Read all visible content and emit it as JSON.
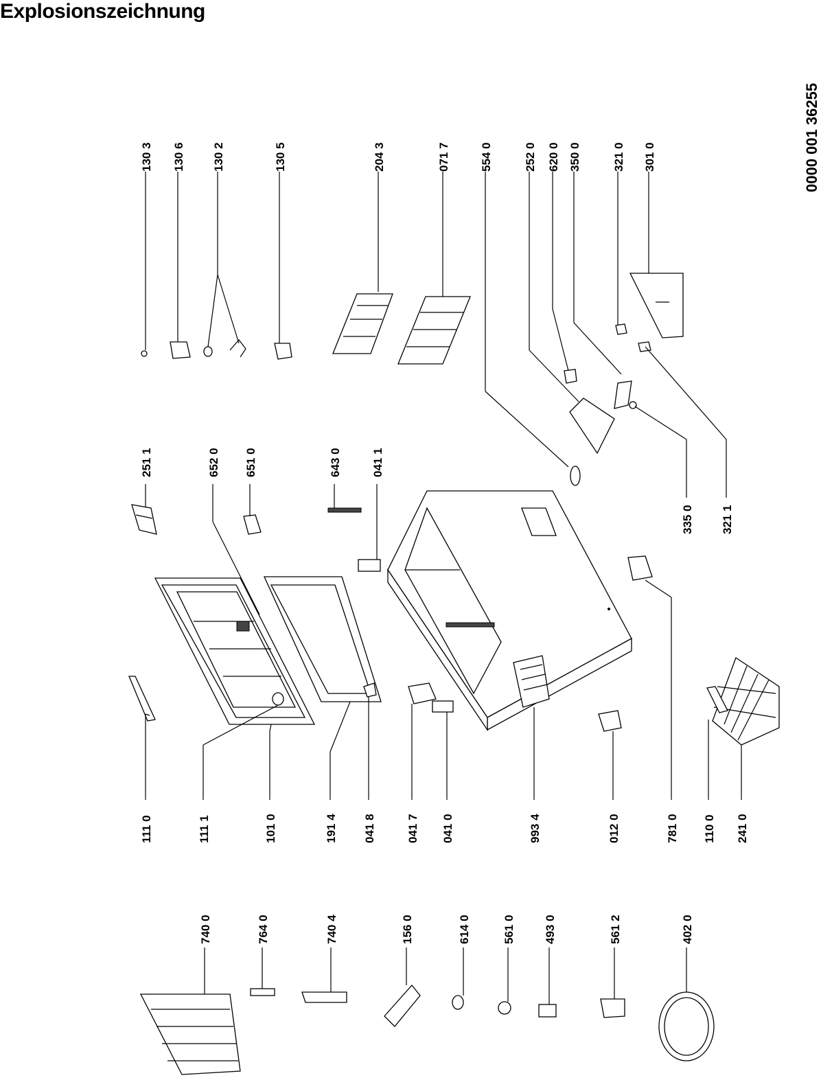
{
  "title": "Explosionszeichnung",
  "document_number": "0000 001 36255",
  "part_labels": {
    "p1303": "130 3",
    "p1306": "130 6",
    "p1302": "130 2",
    "p1305": "130 5",
    "p2043": "204 3",
    "p0717": "071 7",
    "p5540": "554 0",
    "p2520": "252 0",
    "p6200": "620 0",
    "p3500": "350 0",
    "p3210": "321 0",
    "p3010": "301 0",
    "p3350": "335 0",
    "p3211": "321 1",
    "p2511": "251 1",
    "p6520": "652 0",
    "p6510": "651 0",
    "p6430": "643 0",
    "p0411": "041 1",
    "p7810": "781 0",
    "p1110": "111 0",
    "p1111": "111 1",
    "p1010": "101 0",
    "p1914": "191 4",
    "p0418": "041 8",
    "p0417": "041 7",
    "p0410": "041 0",
    "p9934": "993 4",
    "p0120": "012 0",
    "p1100": "110 0",
    "p2410": "241 0",
    "p7400": "740 0",
    "p7640": "764 0",
    "p7404": "740 4",
    "p1560": "156 0",
    "p6140": "614 0",
    "p5610": "561 0",
    "p4930": "493 0",
    "p5612": "561 2",
    "p4020": "402 0"
  }
}
